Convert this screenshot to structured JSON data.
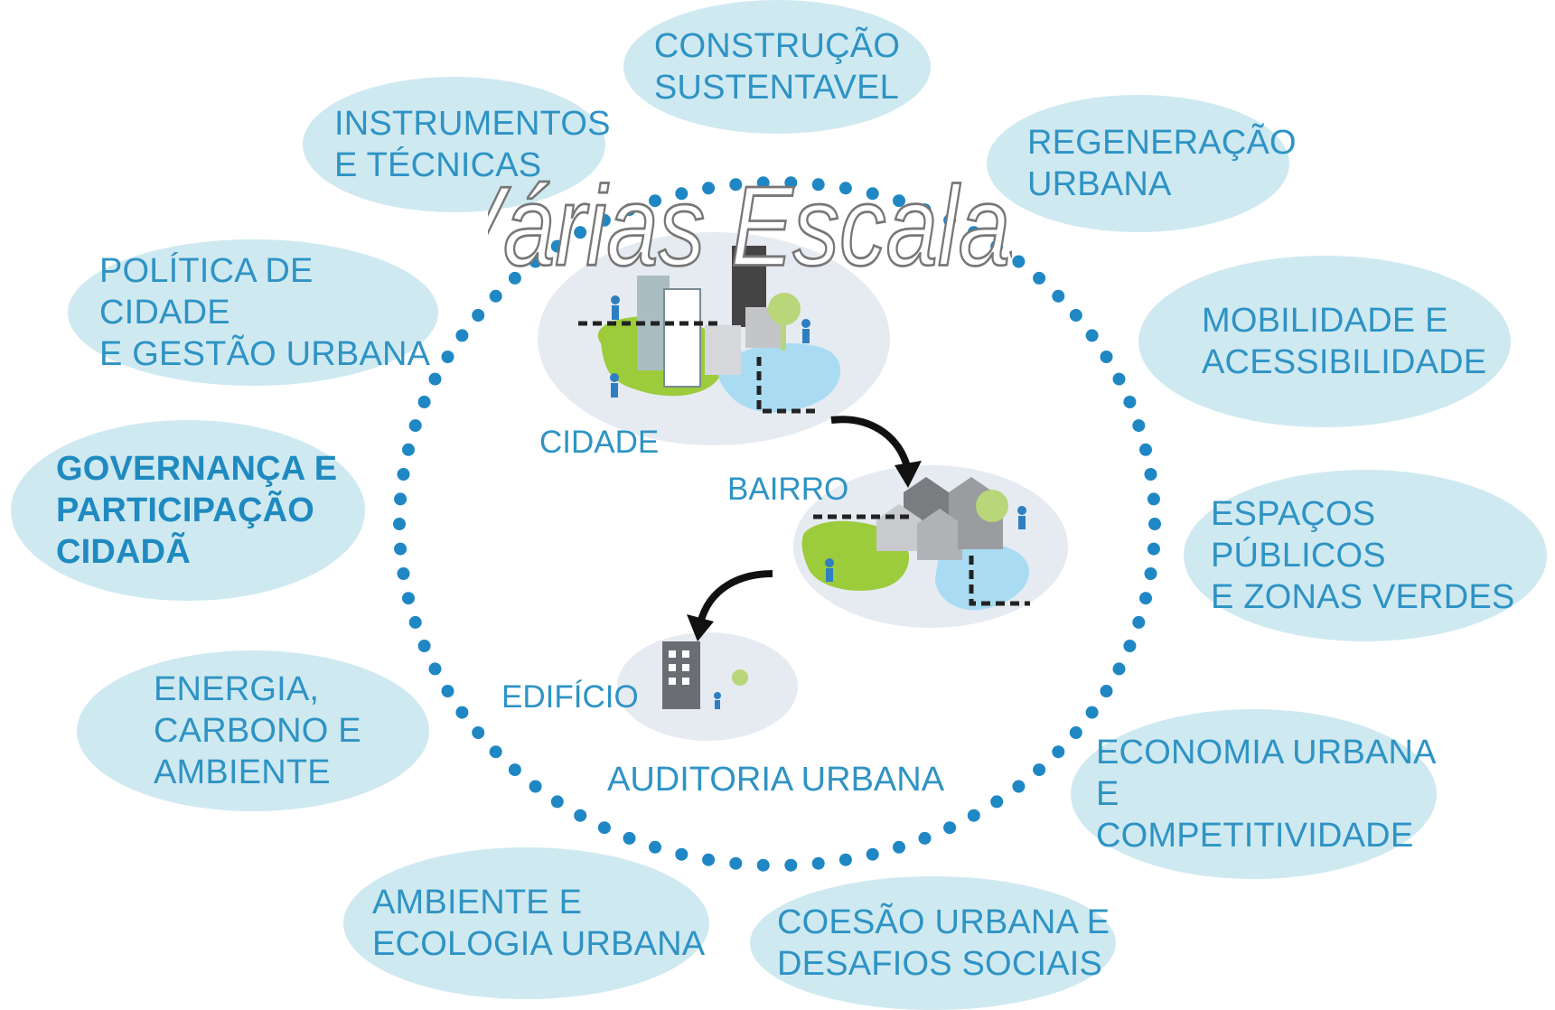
{
  "title": "Várias Escalas",
  "center": {
    "label": "AUDITORIA URBANA",
    "scales": {
      "cidade": "CIDADE",
      "bairro": "BAIRRO",
      "edificio": "EDIFÍCIO"
    }
  },
  "topics": [
    {
      "id": "construcao",
      "text": "CONSTRUÇÃO\nSUSTENTAVEL"
    },
    {
      "id": "instrumentos",
      "text": "INSTRUMENTOS\nE TÉCNICAS"
    },
    {
      "id": "regeneracao",
      "text": "REGENERAÇÃO\nURBANA"
    },
    {
      "id": "politica",
      "text": "POLÍTICA DE CIDADE\nE GESTÃO URBANA"
    },
    {
      "id": "mobilidade",
      "text": "MOBILIDADE E\nACESSIBILIDADE"
    },
    {
      "id": "governanca",
      "text": "GOVERNANÇA E\nPARTICIPAÇÃO\nCIDADÃ"
    },
    {
      "id": "espacos",
      "text": "ESPAÇOS PÚBLICOS\nE ZONAS VERDES"
    },
    {
      "id": "energia",
      "text": "ENERGIA,\nCARBONO E\nAMBIENTE"
    },
    {
      "id": "economia",
      "text": "ECONOMIA URBANA\nE COMPETITIVIDADE"
    },
    {
      "id": "ambiente",
      "text": "AMBIENTE E\nECOLOGIA URBANA"
    },
    {
      "id": "coesao",
      "text": "COESÃO URBANA E\nDESAFIOS SOCIAIS"
    }
  ],
  "colors": {
    "ellipse": "#cfe9f1",
    "text": "#2e93c4",
    "dots": "#1f87c4",
    "green": "#9ccb3b",
    "water": "#a9dcf2"
  }
}
